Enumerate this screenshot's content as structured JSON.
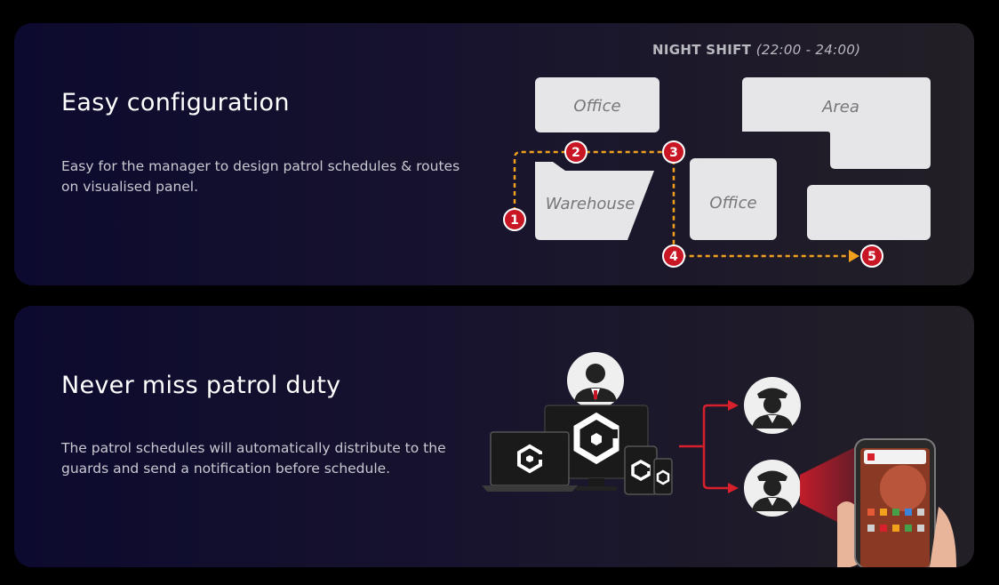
{
  "section1": {
    "title": "Easy configuration",
    "description": "Easy for the manager to design patrol schedules & routes on visualised panel.",
    "shift_label": "NIGHT SHIFT",
    "shift_time": "(22:00 - 24:00)",
    "rooms": [
      "Office",
      "Area",
      "Warehouse",
      "Office"
    ],
    "route_points": [
      "1",
      "2",
      "3",
      "4",
      "5"
    ]
  },
  "section2": {
    "title": "Never miss patrol duty",
    "description": "The patrol schedules will automatically distribute to the guards and send a notification before schedule."
  },
  "colors": {
    "route": "#f2a11f",
    "marker": "#c81624",
    "arrow": "#d8202c"
  }
}
